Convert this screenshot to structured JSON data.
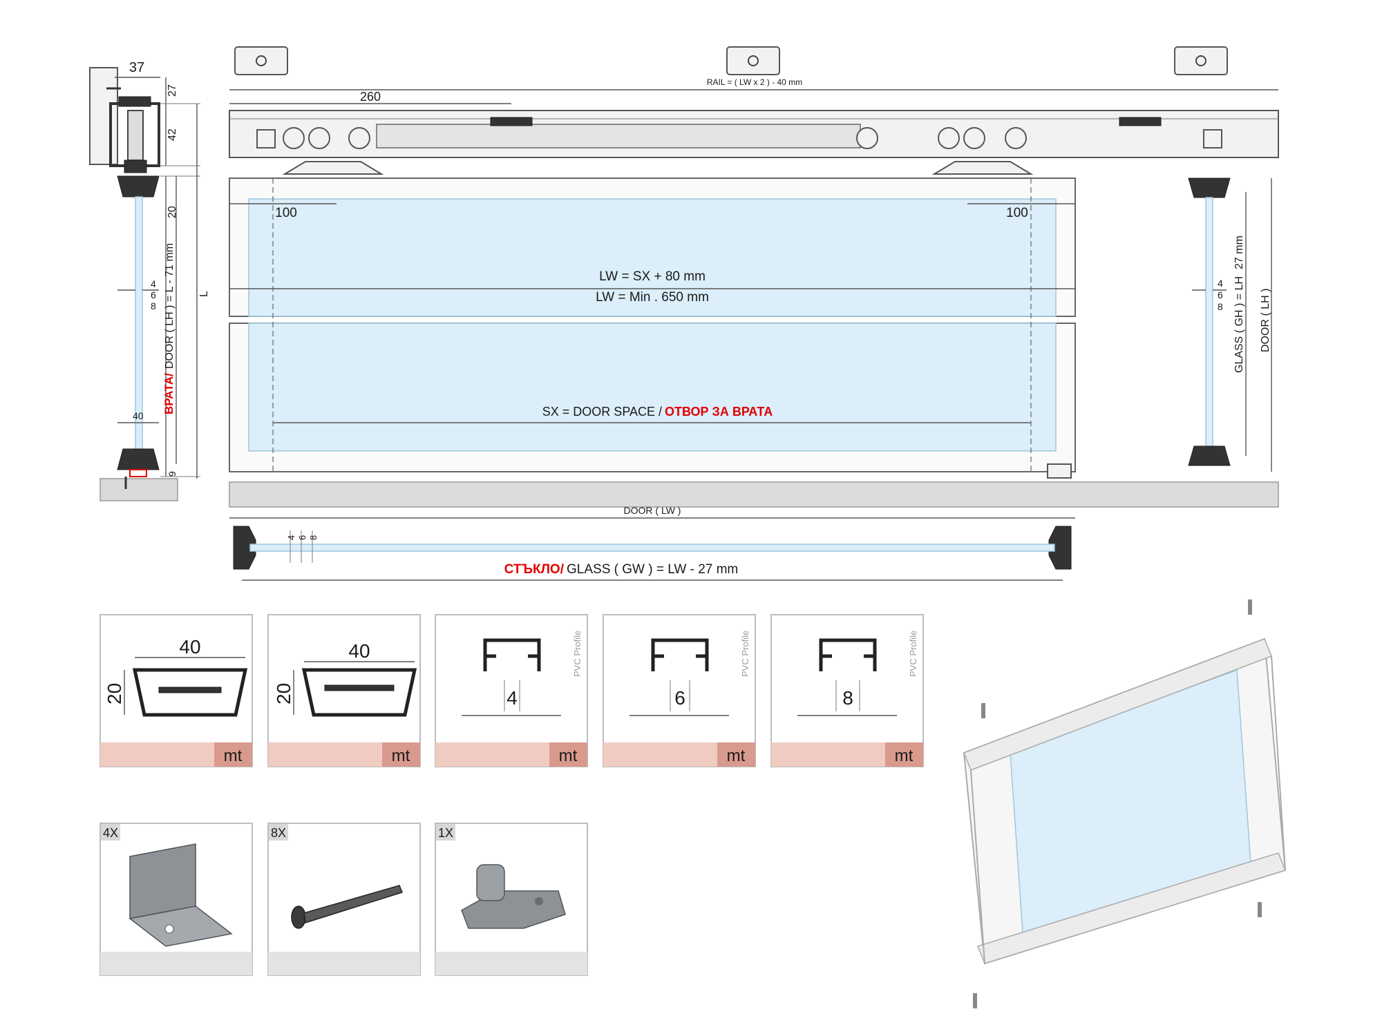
{
  "side_view": {
    "dim_37": "37",
    "dim_27": "27",
    "dim_42": "42",
    "dim_20": "20",
    "dim_4": "4",
    "dim_6": "6",
    "dim_8": "8",
    "dim_40": "40",
    "dim_9": "9",
    "dim_L": "L",
    "door_label_red": "ВРАТА/",
    "door_label": "DOOR ( LH ) = L - 71 mm"
  },
  "front_view": {
    "rail_formula": "RAIL  = ( LW  x 2 ) - 40 mm",
    "dim_260": "260",
    "dim_100_left": "100",
    "dim_100_right": "100",
    "lw_formula": "LW = SX + 80 mm",
    "lw_min": "LW = Min . 650 mm",
    "sx_label": "SX = DOOR SPACE /",
    "sx_label_red": "ОТВОР ЗА ВРАТА",
    "door_lw": "DOOR ( LW )"
  },
  "right_view": {
    "dim_27mm": "27 mm",
    "glass_formula": "GLASS ( GH ) = LH",
    "door_lh": "DOOR ( LH )",
    "dim_4": "4",
    "dim_6": "6",
    "dim_8": "8"
  },
  "bottom_view": {
    "dim_4": "4",
    "dim_6": "6",
    "dim_8": "8",
    "glass_label_red": "СТЪКЛО/",
    "glass_formula": "GLASS ( GW ) = LW - 27 mm"
  },
  "profile_cards": [
    {
      "width": "40",
      "height": "20",
      "unit": "mt"
    },
    {
      "width": "40",
      "height": "20",
      "unit": "mt"
    },
    {
      "gap": "4",
      "profile_label": "PVC Profile",
      "unit": "mt"
    },
    {
      "gap": "6",
      "profile_label": "PVC Profile",
      "unit": "mt"
    },
    {
      "gap": "8",
      "profile_label": "PVC Profile",
      "unit": "mt"
    }
  ],
  "hardware_cards": [
    {
      "qty": "4X",
      "icon": "angle-bracket-icon"
    },
    {
      "qty": "8X",
      "icon": "screw-icon"
    },
    {
      "qty": "1X",
      "icon": "floor-guide-icon"
    }
  ],
  "colors": {
    "glass": "#dbeef9",
    "accent_red": "#e00000",
    "band": "#f0cbc1",
    "band_mt": "#d99a8e"
  }
}
